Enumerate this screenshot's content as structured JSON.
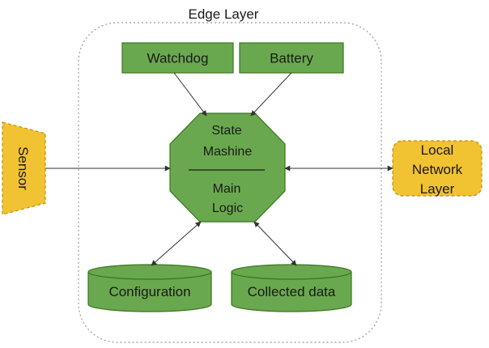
{
  "edge_layer": {
    "title": "Edge Layer"
  },
  "watchdog": {
    "label": "Watchdog"
  },
  "battery": {
    "label": "Battery"
  },
  "state_machine": {
    "line1": "State",
    "line2": "Mashine",
    "line3": "Main",
    "line4": "Logic"
  },
  "sensor": {
    "label": "Sensor"
  },
  "local_network": {
    "line1": "Local",
    "line2": "Network",
    "line3": "Layer"
  },
  "configuration": {
    "label": "Configuration"
  },
  "collected_data": {
    "label": "Collected data"
  },
  "colors": {
    "green_fill": "#6aa84f",
    "green_stroke": "#38761d",
    "yellow_fill": "#f1c232",
    "yellow_stroke": "#bf9000",
    "edge_border": "#999999",
    "arrow": "#333333"
  }
}
